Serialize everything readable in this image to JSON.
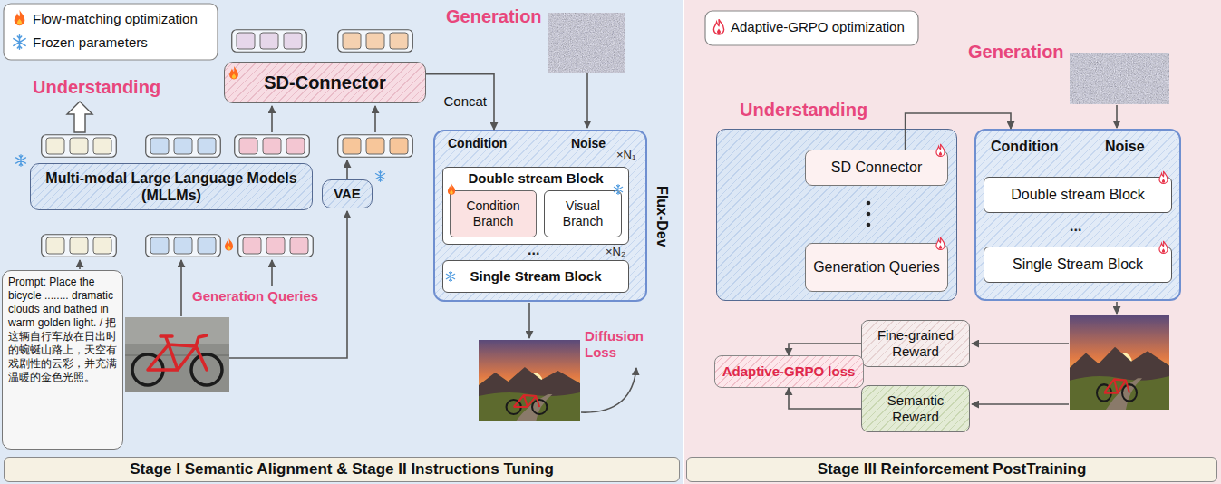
{
  "diagram": {
    "nodes": [
      {
        "text": [
          "SD-Connector"
        ]
      },
      {
        "text": [
          "Multi-modal Large Language Models (MLLMs)"
        ]
      },
      {
        "text": [
          "VAE"
        ]
      },
      {
        "text": [
          "Condition",
          "Noise",
          "Flux-Dev"
        ]
      },
      {
        "text": [
          "Double stream Block"
        ],
        "in": 3
      },
      {
        "text": [
          "Condition Branch"
        ],
        "in": 4
      },
      {
        "text": [
          "Visual Branch"
        ],
        "in": 4
      },
      {
        "text": [
          "Single Stream Block"
        ],
        "in": 3
      },
      {
        "text": [
          "Prompt: Place the bicycle ........ dramatic clouds and bathed in warm golden light. / 把这辆自行车放在日出时的蜿蜒山路上，天空有戏剧性的云彩，并充满温暖的金色光照。"
        ]
      },
      {
        "text": [
          "Stage I Semantic Alignment & Stage II Instructions Tuning"
        ]
      },
      {
        "text": [
          "Understanding"
        ]
      },
      {
        "text": [
          "SD Connector"
        ],
        "in": 10
      },
      {
        "text": [
          "Generation Queries"
        ],
        "in": 10
      },
      {
        "text": [
          "Condition",
          "Noise"
        ]
      },
      {
        "text": [
          "Double stream Block"
        ],
        "in": 13
      },
      {
        "text": [
          "Single Stream Block"
        ],
        "in": 13
      },
      {
        "text": [
          "Fine-grained Reward"
        ]
      },
      {
        "text": [
          "Semantic Reward"
        ]
      },
      {
        "text": [
          "Adaptive-GRPO loss"
        ]
      },
      {
        "text": [
          "Stage III Reinforcement PostTraining"
        ]
      }
    ],
    "edges": [
      {
        "from": 0,
        "to": 3,
        "label": "Concat",
        "arrow": "to"
      },
      {
        "from": 11,
        "to": 13,
        "arrow": "to"
      },
      {
        "from": 16,
        "to": 18,
        "arrow": "to"
      },
      {
        "from": 17,
        "to": 18,
        "arrow": "to"
      }
    ],
    "labels": [
      "Understanding",
      "Generation",
      "Generation Queries",
      "×N₁",
      "...",
      "×N₂",
      "Diffusion Loss",
      "Generation",
      "..."
    ],
    "legend": [
      {
        "text": "Flow-matching optimization"
      },
      {
        "text": "Frozen parameters"
      },
      {
        "text": "Adaptive-GRPO optimization"
      }
    ]
  }
}
